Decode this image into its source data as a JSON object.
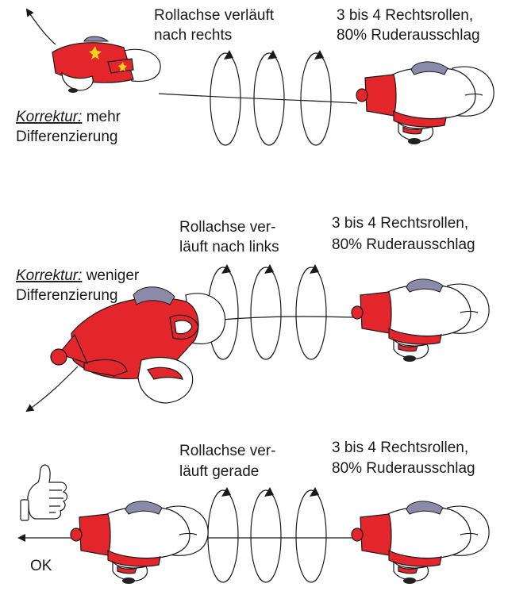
{
  "panels": [
    {
      "roll_axis_line1": "Rollachse verläuft",
      "roll_axis_line2": "nach rechts",
      "rolls_line1": "3 bis 4 Rechtsrollen,",
      "rolls_line2": "80% Ruderausschlag",
      "correction_label": "Korrektur:",
      "correction_value": " mehr",
      "correction_line2": "Differenzierung"
    },
    {
      "roll_axis_line1": "Rollachse ver-",
      "roll_axis_line2": "läuft nach links",
      "rolls_line1": "3 bis 4 Rechtsrollen,",
      "rolls_line2": "80% Ruderausschlag",
      "correction_label": "Korrektur:",
      "correction_value": " weniger",
      "correction_line2": "Differenzierung"
    },
    {
      "roll_axis_line1": "Rollachse ver-",
      "roll_axis_line2": "läuft gerade",
      "rolls_line1": "3 bis 4 Rechtsrollen,",
      "rolls_line2": "80% Ruderausschlag",
      "result_label": "OK"
    }
  ],
  "colors": {
    "fuselage_red": "#e3262b",
    "canopy_blue": "#8b8aa8",
    "outline": "#1a1a1a"
  },
  "icons": [
    "thumbs-up-icon",
    "airplane-icon",
    "roll-loop-icon",
    "arrow-icon"
  ]
}
